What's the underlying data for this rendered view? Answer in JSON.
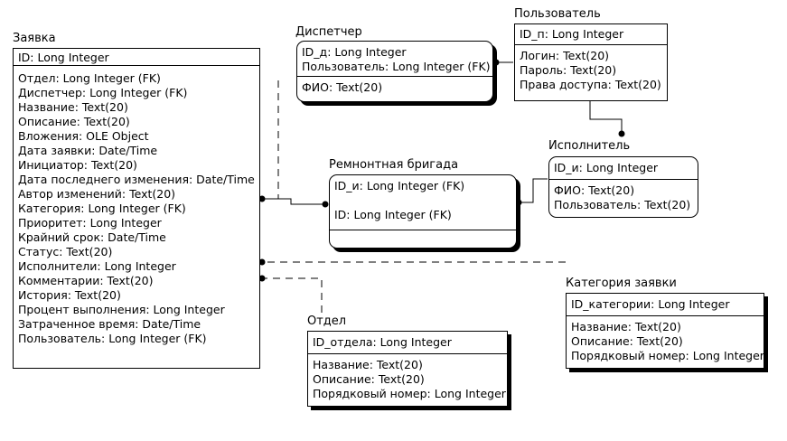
{
  "entities": {
    "zayavka": {
      "title": "Заявка",
      "pk": [
        "ID: Long Integer"
      ],
      "attrs": [
        "Отдел: Long Integer (FK)",
        "Диспетчер: Long Integer (FK)",
        "Название: Text(20)",
        "Описание: Text(20)",
        "Вложения: OLE Object",
        "Дата заявки: Date/Time",
        "Инициатор: Text(20)",
        "Дата последнего изменения: Date/Time",
        "Автор изменений: Text(20)",
        "Категория: Long Integer (FK)",
        "Приоритет: Long Integer",
        "Крайний срок: Date/Time",
        "Статус: Text(20)",
        "Исполнители: Long Integer",
        "Комментарии: Text(20)",
        "История: Text(20)",
        "Процент выполнения: Long Integer",
        "Затраченное время: Date/Time",
        "Пользователь: Long Integer (FK)"
      ]
    },
    "dispetcher": {
      "title": "Диспетчер",
      "pk": [
        "ID_д: Long Integer",
        "Пользователь: Long Integer (FK)"
      ],
      "attrs": [
        "ФИО: Text(20)"
      ]
    },
    "polzovatel": {
      "title": "Пользователь",
      "pk": [
        "ID_п: Long Integer"
      ],
      "attrs": [
        "Логин: Text(20)",
        "Пароль: Text(20)",
        "Права доступа: Text(20)"
      ]
    },
    "ispolnitel": {
      "title": "Исполнитель",
      "pk": [
        "ID_и: Long Integer"
      ],
      "attrs": [
        "ФИО: Text(20)",
        "Пользователь: Text(20)"
      ]
    },
    "brigada": {
      "title": "Ремнонтная бригада",
      "pk": [
        "ID_и: Long Integer (FK)",
        "",
        "ID: Long Integer (FK)"
      ],
      "attrs": [
        ""
      ]
    },
    "kategoriya": {
      "title": "Категория заявки",
      "pk": [
        "ID_категории: Long Integer"
      ],
      "attrs": [
        "Название: Text(20)",
        "Описание: Text(20)",
        "Порядковый номер: Long Integer"
      ]
    },
    "otdel": {
      "title": "Отдел",
      "pk": [
        "ID_отдела: Long Integer"
      ],
      "attrs": [
        "Название: Text(20)",
        "Описание: Text(20)",
        "Порядковый номер: Long Integer"
      ]
    }
  }
}
